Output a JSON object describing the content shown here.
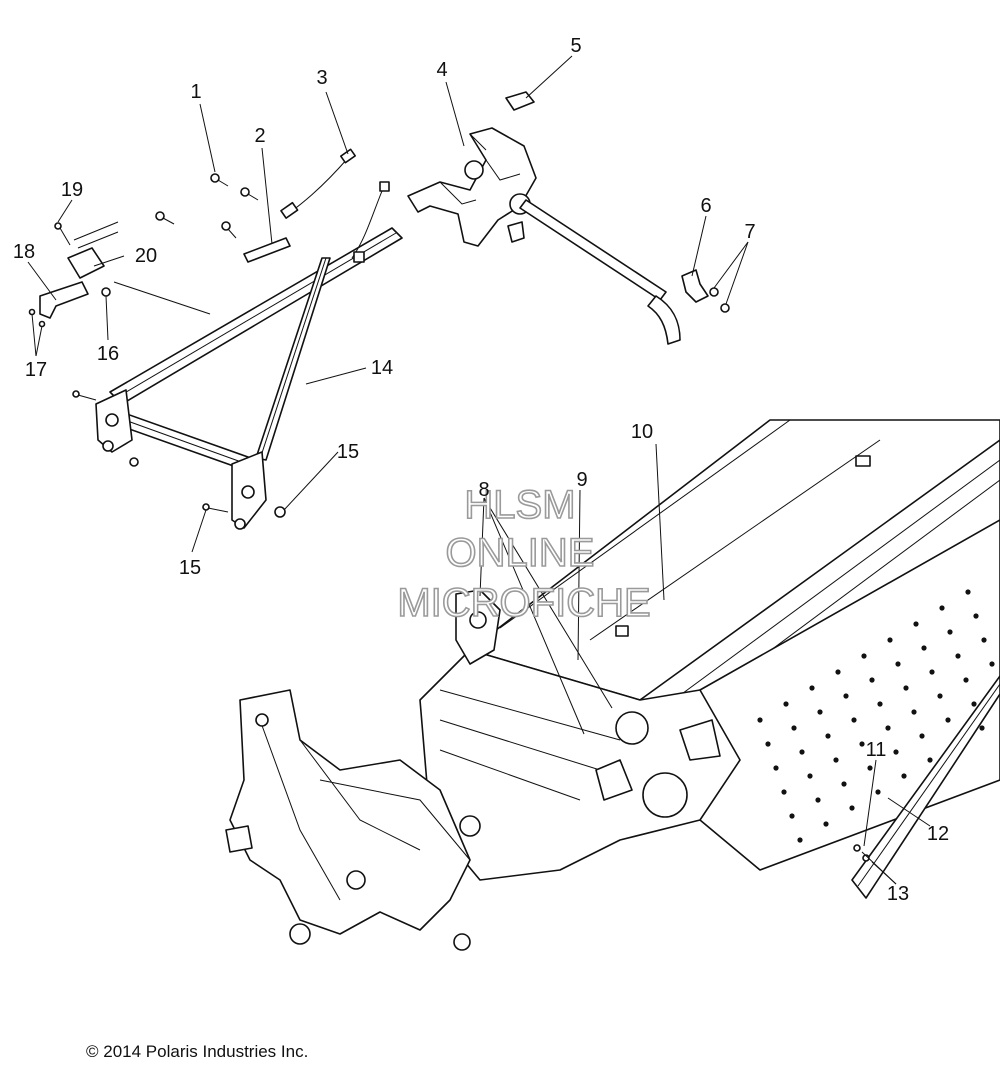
{
  "diagram": {
    "callouts": [
      {
        "id": "1",
        "text": "1"
      },
      {
        "id": "2",
        "text": "2"
      },
      {
        "id": "3",
        "text": "3"
      },
      {
        "id": "4",
        "text": "4"
      },
      {
        "id": "5",
        "text": "5"
      },
      {
        "id": "6",
        "text": "6"
      },
      {
        "id": "7",
        "text": "7"
      },
      {
        "id": "8",
        "text": "8"
      },
      {
        "id": "9",
        "text": "9"
      },
      {
        "id": "10",
        "text": "10"
      },
      {
        "id": "11",
        "text": "11"
      },
      {
        "id": "12",
        "text": "12"
      },
      {
        "id": "13",
        "text": "13"
      },
      {
        "id": "14",
        "text": "14"
      },
      {
        "id": "15a",
        "text": "15"
      },
      {
        "id": "15b",
        "text": "15"
      },
      {
        "id": "16",
        "text": "16"
      },
      {
        "id": "17",
        "text": "17"
      },
      {
        "id": "18",
        "text": "18"
      },
      {
        "id": "19",
        "text": "19"
      },
      {
        "id": "20",
        "text": "20"
      }
    ],
    "watermark": {
      "line1": "HLSM",
      "line2": "ONLINE",
      "line3": "MICROFICHE"
    },
    "copyright": "© 2014 Polaris Industries Inc."
  }
}
